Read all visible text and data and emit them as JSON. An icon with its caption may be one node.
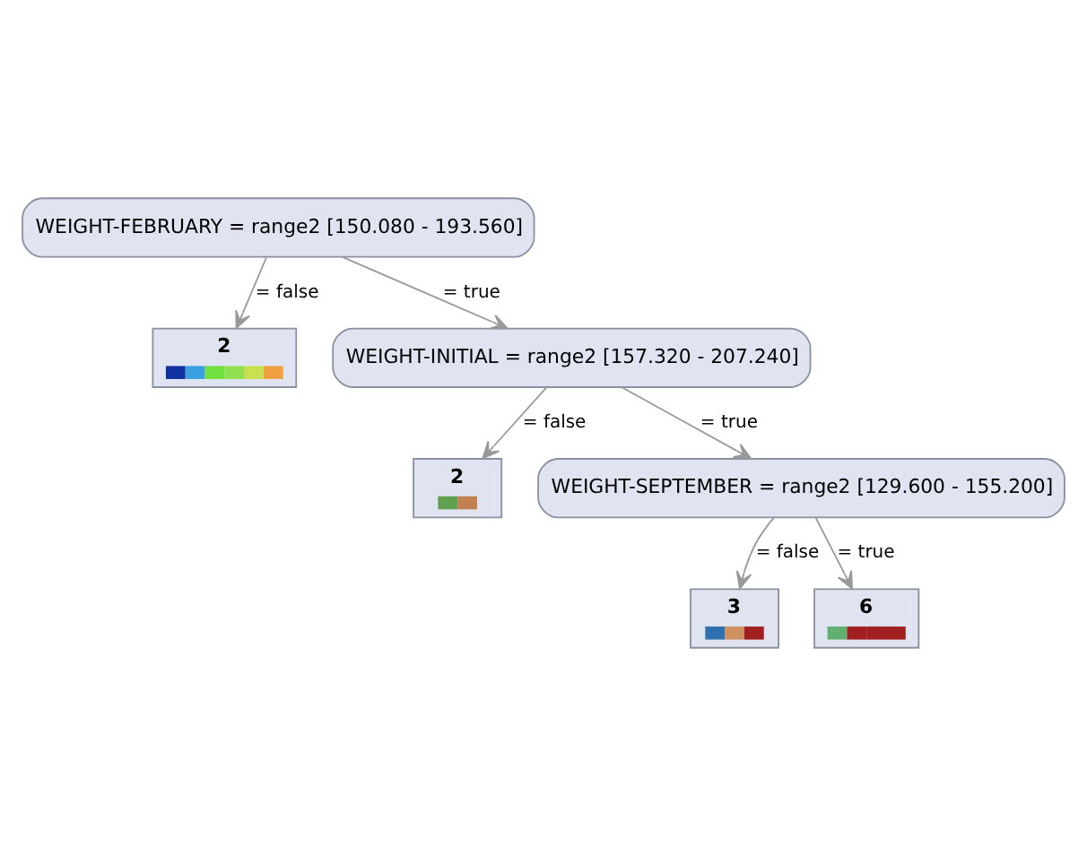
{
  "diagram": {
    "nodes": [
      {
        "text": [
          "WEIGHT-FEBRUARY = range2 [150.080 - 193.560]"
        ]
      },
      {
        "text": [
          "2"
        ]
      },
      {
        "text": [
          "WEIGHT-INITIAL = range2 [157.320 - 207.240]"
        ]
      },
      {
        "text": [
          "2"
        ]
      },
      {
        "text": [
          "WEIGHT-SEPTEMBER = range2 [129.600 - 155.200]"
        ]
      },
      {
        "text": [
          "3"
        ]
      },
      {
        "text": [
          "6"
        ]
      }
    ],
    "edges": [
      {
        "from": 0,
        "to": 1,
        "arrow": "to",
        "label": "= false"
      },
      {
        "from": 0,
        "to": 2,
        "arrow": "to",
        "label": "= true"
      },
      {
        "from": 2,
        "to": 3,
        "arrow": "to",
        "label": "= false"
      },
      {
        "from": 2,
        "to": 4,
        "arrow": "to",
        "label": "= true"
      },
      {
        "from": 4,
        "to": 5,
        "arrow": "to",
        "label": "= false"
      },
      {
        "from": 4,
        "to": 6,
        "arrow": "to",
        "label": "= true"
      }
    ]
  }
}
